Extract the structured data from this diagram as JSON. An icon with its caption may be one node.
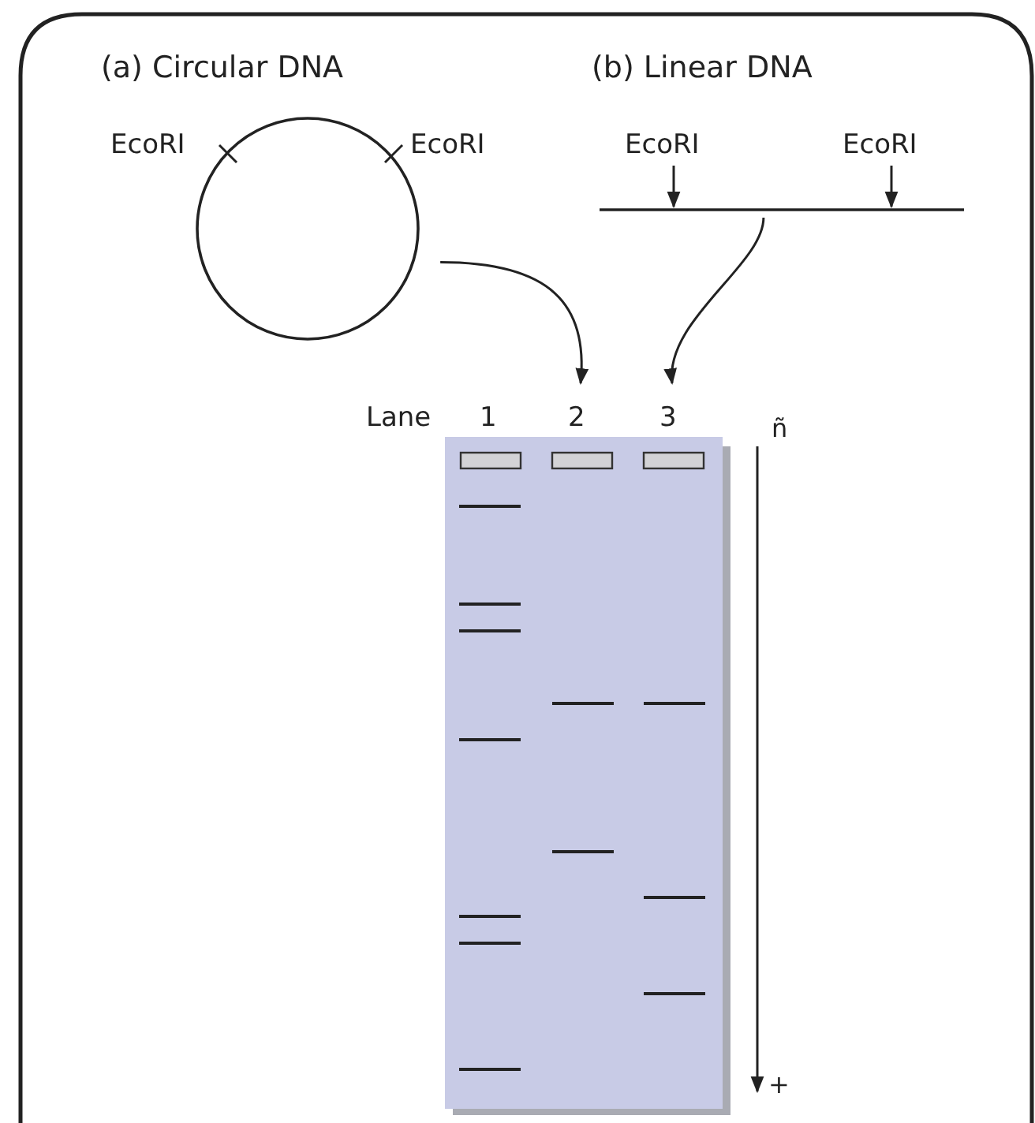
{
  "diagram": {
    "nodes": [
      {
        "text": [],
        "shape": "circle",
        "beside": [
          "EcoRI",
          "EcoRI"
        ]
      },
      {
        "text": [],
        "shape": "bar"
      },
      {
        "text": [
          "EcoRI"
        ]
      },
      {
        "text": [
          "EcoRI"
        ]
      },
      {
        "text": [
          "2"
        ]
      },
      {
        "text": [
          "3"
        ]
      }
    ],
    "edges": [
      {
        "from": 0,
        "to": 4,
        "arrow": "to"
      },
      {
        "from": 1,
        "to": 5,
        "arrow": "to"
      },
      {
        "from": 2,
        "to": 1,
        "arrow": "to"
      },
      {
        "from": 3,
        "to": 1,
        "arrow": "to"
      }
    ],
    "labels": [
      "(a) Circular DNA",
      "(b) Linear DNA",
      "Lane",
      "1",
      "ñ",
      "+"
    ]
  }
}
